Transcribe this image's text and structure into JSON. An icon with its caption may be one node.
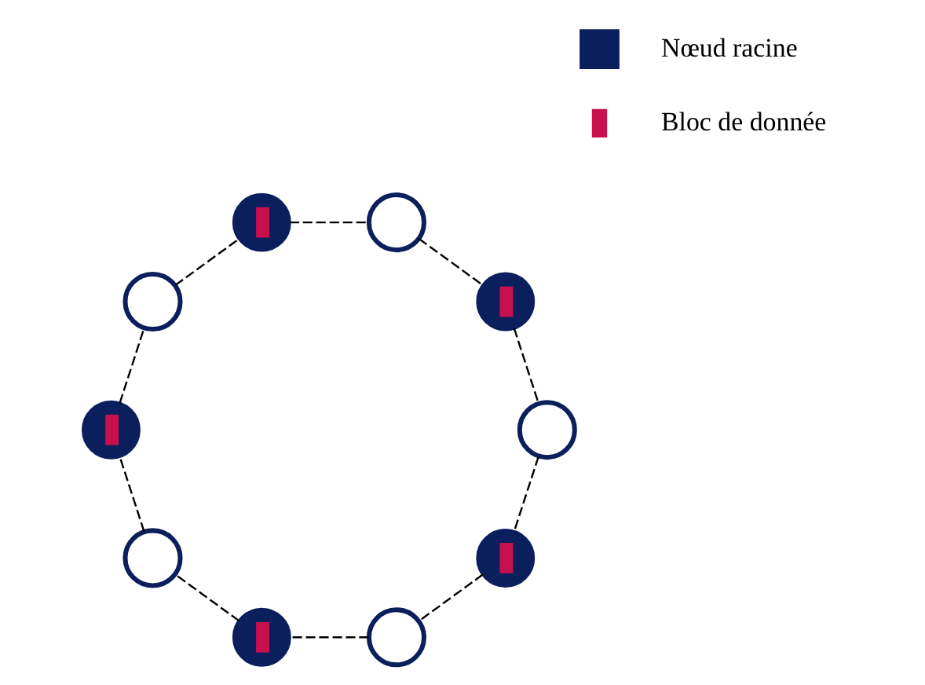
{
  "diagram": {
    "nodes": [
      {
        "text": [],
        "shape": "circle"
      },
      {
        "text": [],
        "shape": "circle"
      },
      {
        "text": [],
        "shape": "circle"
      },
      {
        "text": [],
        "shape": "circle"
      },
      {
        "text": [],
        "shape": "circle"
      },
      {
        "text": [],
        "shape": "circle"
      },
      {
        "text": [],
        "shape": "circle"
      },
      {
        "text": [],
        "shape": "circle"
      },
      {
        "text": [],
        "shape": "circle"
      },
      {
        "text": [],
        "shape": "circle"
      }
    ],
    "edges": [
      {
        "from": 0,
        "to": 1,
        "arrow": "none",
        "style": "dashed"
      },
      {
        "from": 1,
        "to": 2,
        "arrow": "none",
        "style": "dashed"
      },
      {
        "from": 2,
        "to": 3,
        "arrow": "none",
        "style": "dashed"
      },
      {
        "from": 3,
        "to": 4,
        "arrow": "none",
        "style": "dashed"
      },
      {
        "from": 4,
        "to": 5,
        "arrow": "none",
        "style": "dashed"
      },
      {
        "from": 5,
        "to": 6,
        "arrow": "none",
        "style": "dashed"
      },
      {
        "from": 6,
        "to": 7,
        "arrow": "none",
        "style": "dashed"
      },
      {
        "from": 7,
        "to": 8,
        "arrow": "none",
        "style": "dashed"
      },
      {
        "from": 8,
        "to": 9,
        "arrow": "none",
        "style": "dashed"
      },
      {
        "from": 9,
        "to": 0,
        "arrow": "none",
        "style": "dashed"
      }
    ],
    "legend": [
      {
        "text": "Nœud racine",
        "color": "#0a1f5c"
      },
      {
        "text": "Bloc de donnée",
        "color": "#c8104f"
      }
    ]
  }
}
